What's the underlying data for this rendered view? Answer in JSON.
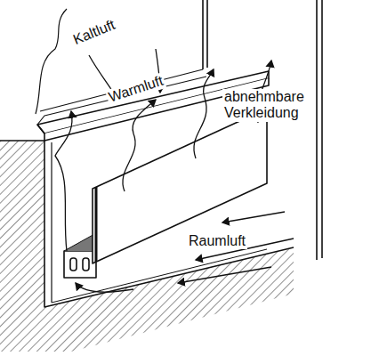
{
  "diagram": {
    "labels": [
      "Kaltluft",
      "Warmluft",
      "abnehmbare Verkleidung",
      "Raumluft"
    ]
  }
}
